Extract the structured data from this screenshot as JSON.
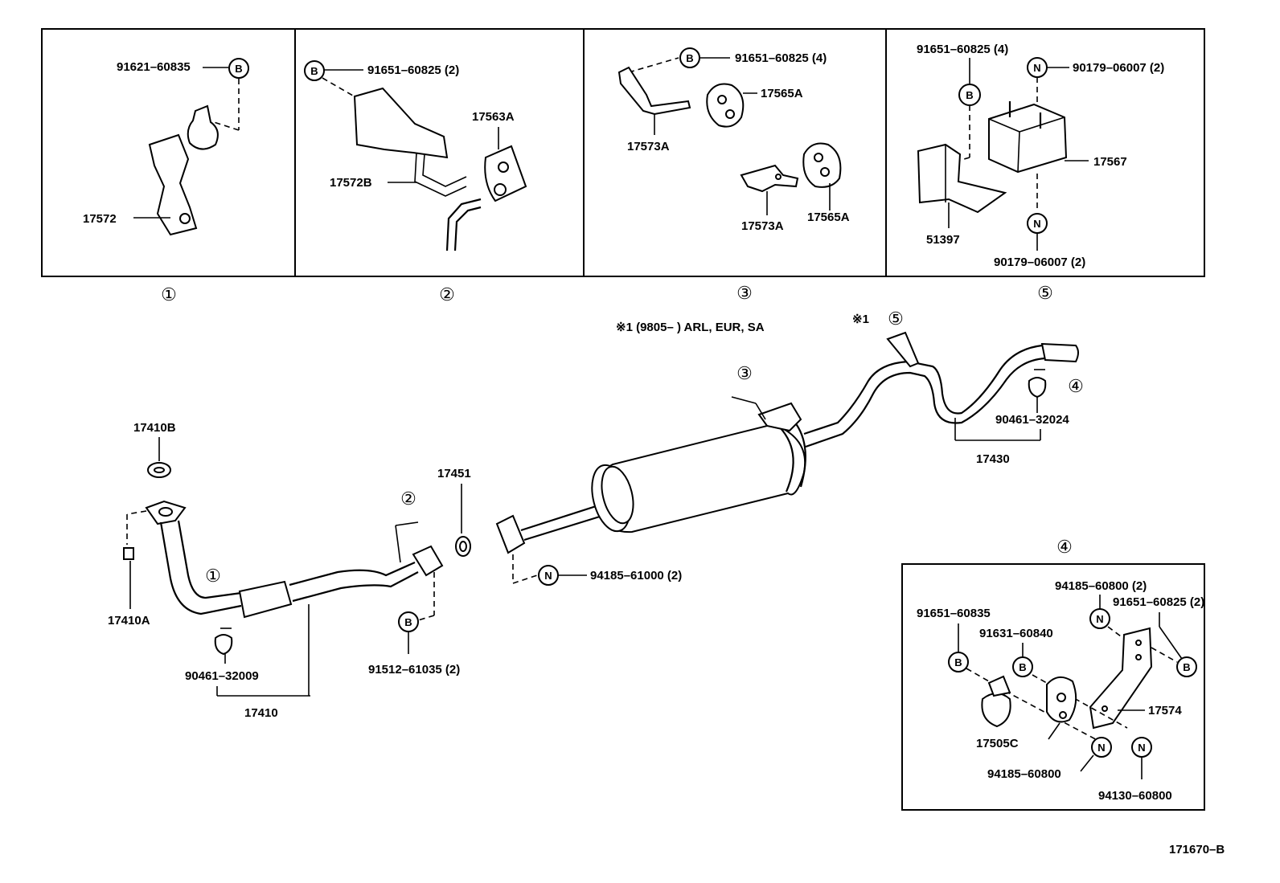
{
  "sheet_id": "171670–B",
  "variant_note": "※1 (9805–      ) ARL, EUR, SA",
  "variant_marker": "※1",
  "letters": {
    "B": "B",
    "N": "N"
  },
  "detail_numbers": {
    "d1": "①",
    "d2": "②",
    "d3": "③",
    "d4": "④",
    "d5": "⑤"
  },
  "details": {
    "d1": {
      "bolt": "91621–60835",
      "bracket": "17572"
    },
    "d2": {
      "bolt": "91651–60825 (2)",
      "bracket": "17572B",
      "cushion": "17563A"
    },
    "d3": {
      "bolt": "91651–60825 (4)",
      "cushion_a": "17565A",
      "cushion_b": "17565A",
      "bracket_a": "17573A",
      "bracket_b": "17573A"
    },
    "d5": {
      "bolt": "91651–60825 (4)",
      "nut_top": "90179–06007 (2)",
      "nut_bottom": "90179–06007 (2)",
      "mount": "17567",
      "bracket": "51397"
    },
    "d4": {
      "nut_a": "94185–60800 (2)",
      "bolt_a": "91651–60825 (2)",
      "bolt_b": "91651–60835",
      "bolt_c": "91631–60840",
      "bracket": "17574",
      "cushion": "17505C",
      "nut_b": "94185–60800",
      "nut_c": "94130–60800"
    }
  },
  "main": {
    "gasket_top": "17410B",
    "gasket_side": "17410A",
    "clamp_front": "90461–32009",
    "front_pipe": "17410",
    "gasket_mid": "17451",
    "bolt_mid": "91512–61035 (2)",
    "nut_mid": "94185–61000 (2)",
    "clamp_tail": "90461–32024",
    "tail_pipe": "17430"
  }
}
